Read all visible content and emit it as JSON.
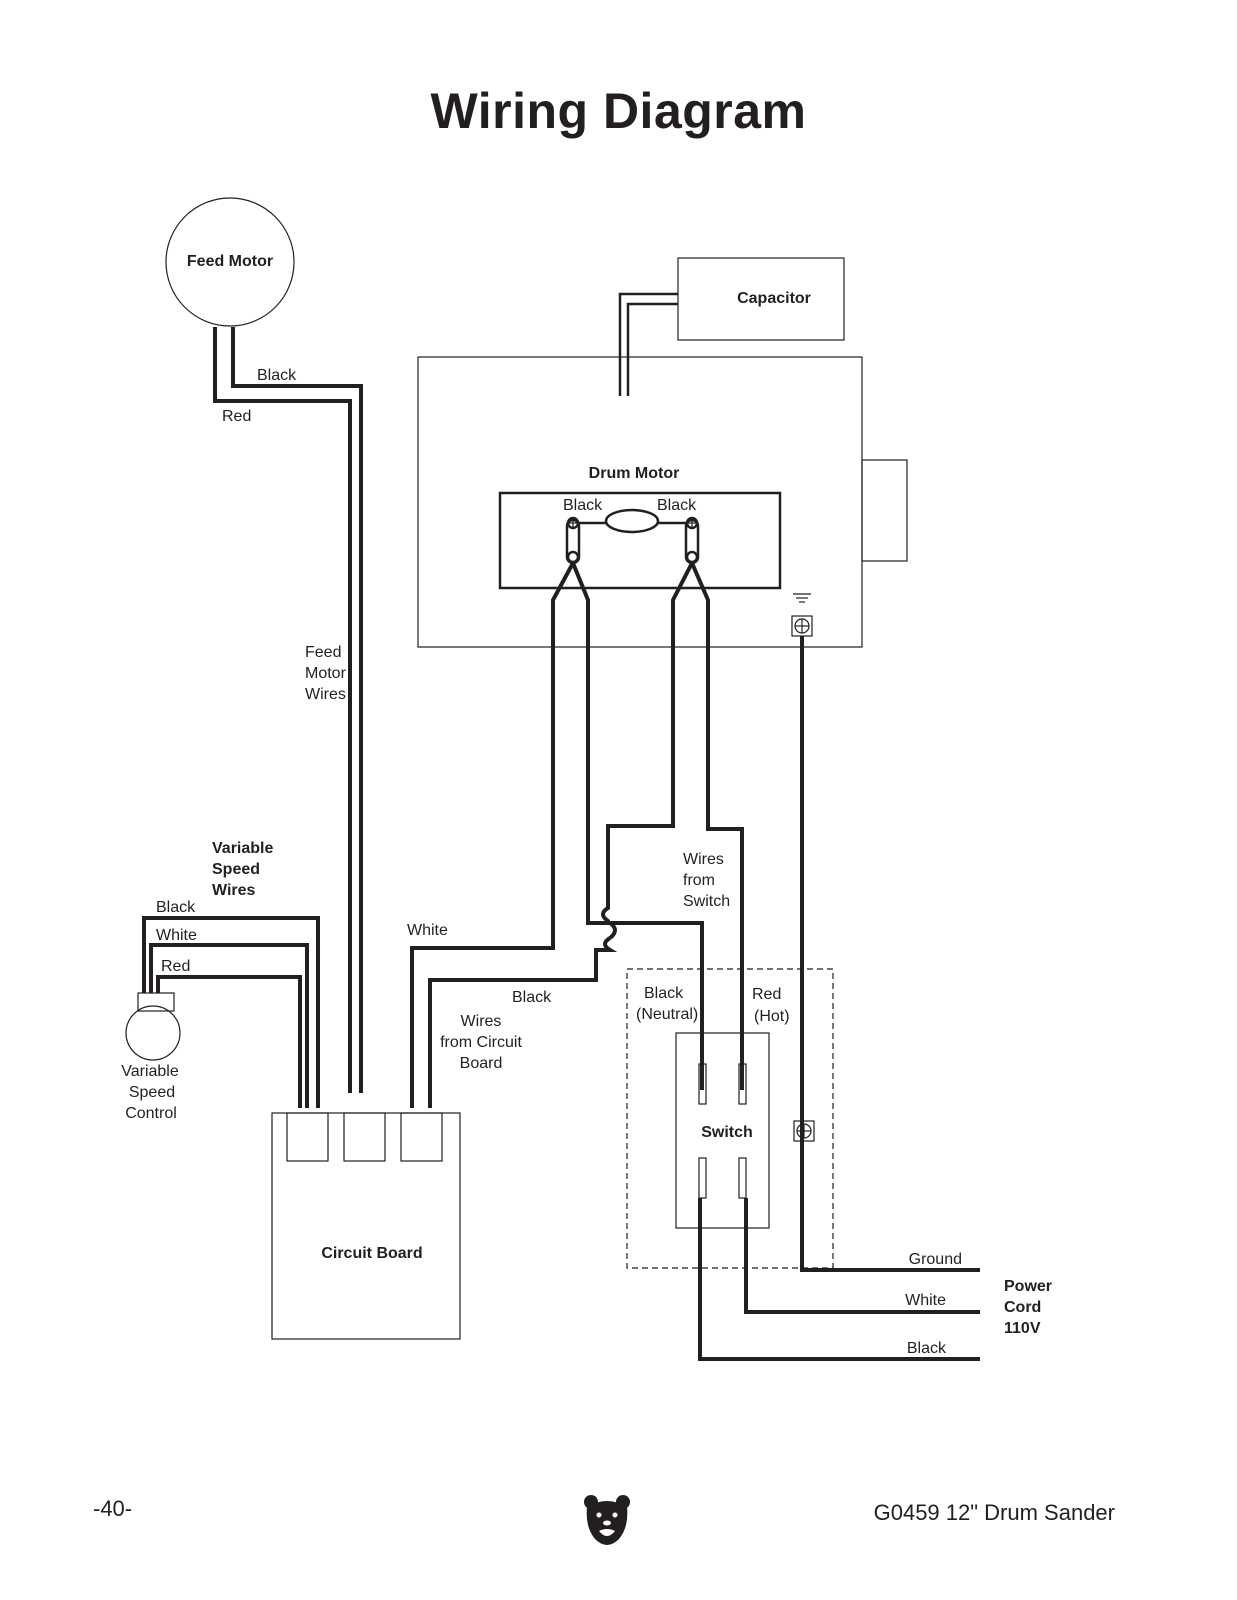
{
  "page": {
    "title": "Wiring Diagram",
    "page_number": "-40-",
    "product": "G0459 12\" Drum Sander",
    "logo_icon": "bear-head-logo"
  },
  "components": {
    "feed_motor": "Feed Motor",
    "capacitor": "Capacitor",
    "drum_motor": "Drum Motor",
    "circuit_board": "Circuit Board",
    "switch": "Switch",
    "variable_speed_control": [
      "Variable",
      "Speed",
      "Control"
    ],
    "power_cord": [
      "Power",
      "Cord",
      "110V"
    ]
  },
  "wire_labels": {
    "feed_black": "Black",
    "feed_red": "Red",
    "feed_motor_wires": [
      "Feed",
      "Motor",
      "Wires"
    ],
    "drum_black_left": "Black",
    "drum_black_right": "Black",
    "variable_speed_wires": [
      "Variable",
      "Speed",
      "Wires"
    ],
    "vs_black": "Black",
    "vs_white": "White",
    "vs_red": "Red",
    "cb_white": "White",
    "cb_black": "Black",
    "wires_from_circuit_board": [
      "Wires",
      "from Circuit",
      "Board"
    ],
    "wires_from_switch": [
      "Wires",
      "from",
      "Switch"
    ],
    "switch_black": "Black",
    "switch_neutral": "(Neutral)",
    "switch_red": "Red",
    "switch_hot": "(Hot)",
    "cord_ground": "Ground",
    "cord_white": "White",
    "cord_black": "Black"
  }
}
